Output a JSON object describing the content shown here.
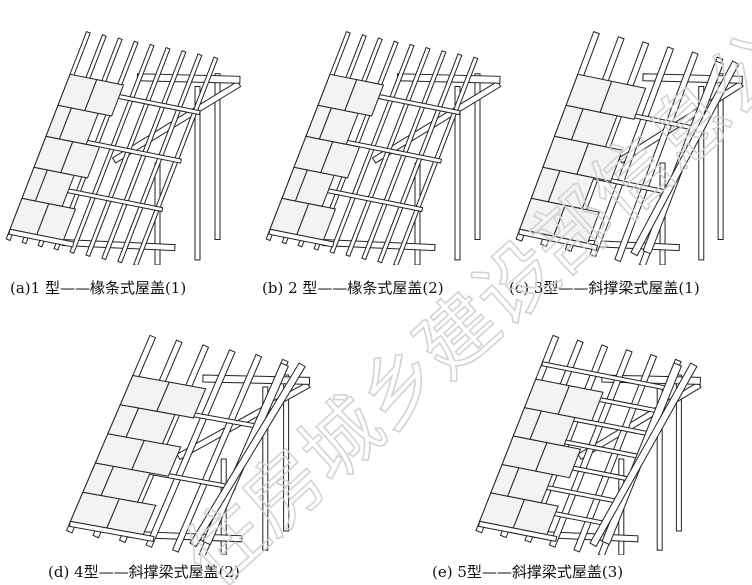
{
  "figures": [
    {
      "id": "a",
      "caption": "(a)1 型——椽条式屋盖(1)"
    },
    {
      "id": "b",
      "caption": "(b) 2 型——椽条式屋盖(2)"
    },
    {
      "id": "c",
      "caption": "(c) 3型——斜撑梁式屋盖(1)"
    },
    {
      "id": "d",
      "caption": "(d) 4型——斜撑梁式屋盖(2)"
    },
    {
      "id": "e",
      "caption": "(e) 5型——斜撑梁式屋盖(3)"
    }
  ],
  "watermark": {
    "text": "住房城乡建设部信息公开专用",
    "color": "#cfcfcf"
  },
  "colors": {
    "line": "#222222",
    "panel": "#f3f3f3"
  }
}
